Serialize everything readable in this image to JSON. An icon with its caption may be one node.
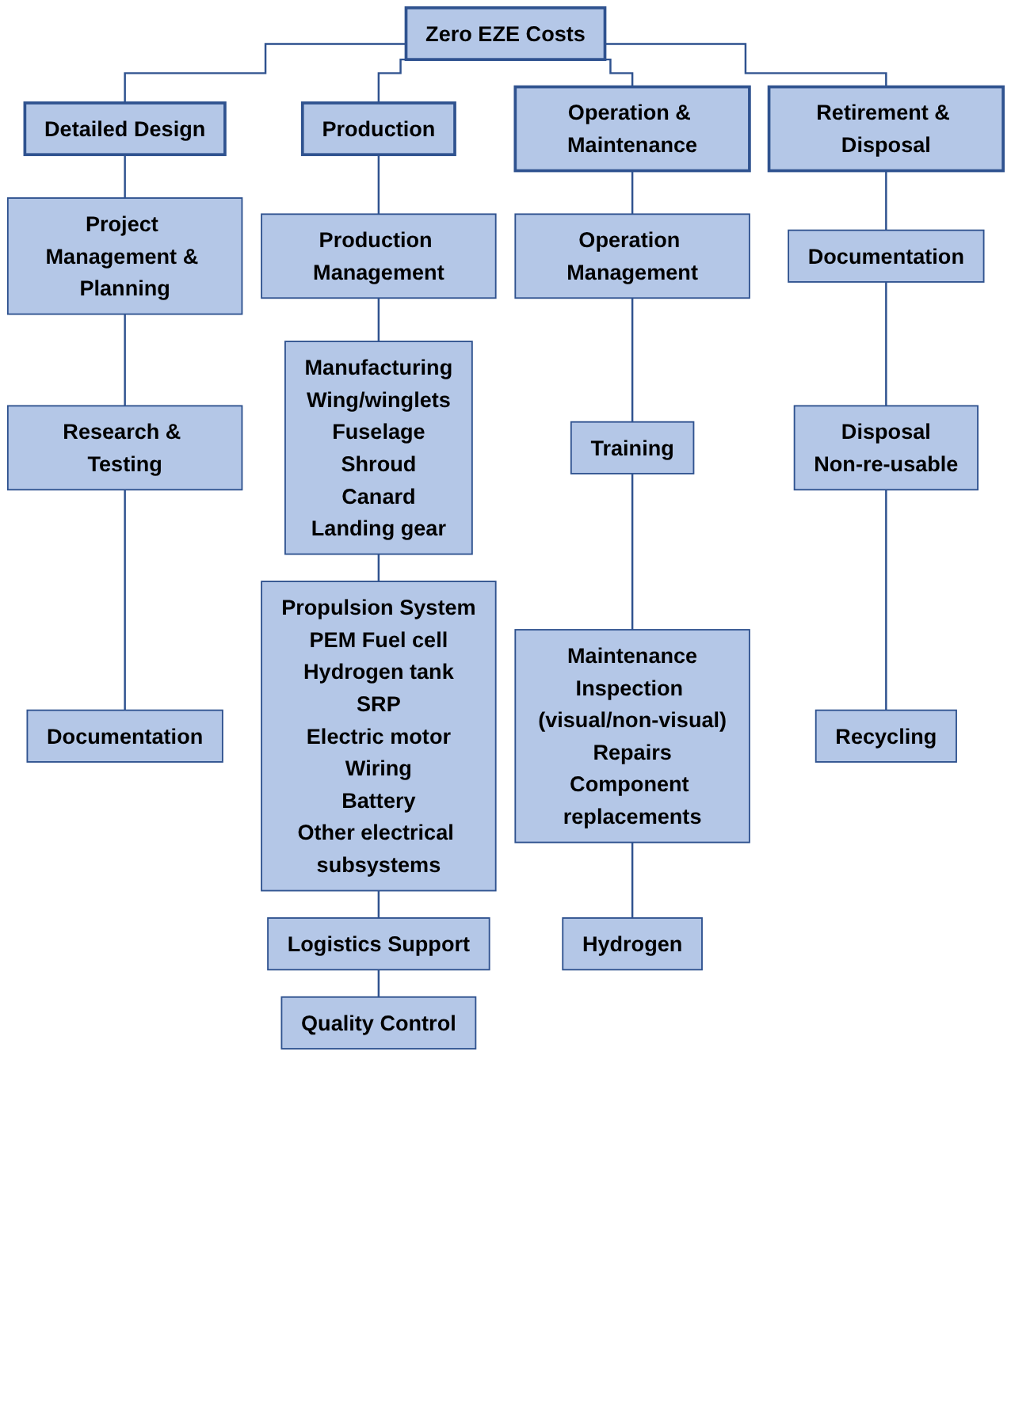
{
  "diagram": {
    "nodes": [
      {
        "text": [
          "Zero EZE Costs"
        ]
      },
      {
        "text": [
          "Detailed Design"
        ]
      },
      {
        "text": [
          "Project Management & Planning"
        ]
      },
      {
        "text": [
          "Research & Testing"
        ]
      },
      {
        "text": [
          "Documentation"
        ]
      },
      {
        "text": [
          "Production"
        ]
      },
      {
        "text": [
          "Production Management"
        ]
      },
      {
        "text": [
          "Manufacturing",
          "Wing/winglets",
          "Fuselage",
          "Shroud",
          "Canard",
          "Landing gear"
        ]
      },
      {
        "text": [
          "Propulsion System",
          "PEM Fuel cell",
          "Hydrogen tank",
          "SRP",
          "Electric motor",
          "Wiring",
          "Battery",
          "Other electrical subsystems"
        ]
      },
      {
        "text": [
          "Logistics Support"
        ]
      },
      {
        "text": [
          "Quality Control"
        ]
      },
      {
        "text": [
          "Operation & Maintenance"
        ]
      },
      {
        "text": [
          "Operation Management"
        ]
      },
      {
        "text": [
          "Training"
        ]
      },
      {
        "text": [
          "Maintenance",
          "Inspection (visual/non-visual)",
          "Repairs",
          "Component replacements"
        ]
      },
      {
        "text": [
          "Hydrogen"
        ]
      },
      {
        "text": [
          "Retirement & Disposal"
        ]
      },
      {
        "text": [
          "Documentation"
        ]
      },
      {
        "text": [
          "Disposal",
          "Non-re-usable"
        ]
      },
      {
        "text": [
          "Recycling"
        ]
      }
    ],
    "edges": [
      {
        "from": 0,
        "to": 1,
        "arrow": "none"
      },
      {
        "from": 0,
        "to": 5,
        "arrow": "none"
      },
      {
        "from": 0,
        "to": 11,
        "arrow": "none"
      },
      {
        "from": 0,
        "to": 16,
        "arrow": "none"
      },
      {
        "from": 1,
        "to": 2,
        "arrow": "none"
      },
      {
        "from": 2,
        "to": 3,
        "arrow": "none"
      },
      {
        "from": 3,
        "to": 4,
        "arrow": "none"
      },
      {
        "from": 5,
        "to": 6,
        "arrow": "none"
      },
      {
        "from": 6,
        "to": 7,
        "arrow": "none"
      },
      {
        "from": 7,
        "to": 8,
        "arrow": "none"
      },
      {
        "from": 8,
        "to": 9,
        "arrow": "none"
      },
      {
        "from": 9,
        "to": 10,
        "arrow": "none"
      },
      {
        "from": 11,
        "to": 12,
        "arrow": "none"
      },
      {
        "from": 12,
        "to": 13,
        "arrow": "none"
      },
      {
        "from": 13,
        "to": 14,
        "arrow": "none"
      },
      {
        "from": 14,
        "to": 15,
        "arrow": "none"
      },
      {
        "from": 16,
        "to": 17,
        "arrow": "none"
      },
      {
        "from": 17,
        "to": 18,
        "arrow": "none"
      },
      {
        "from": 18,
        "to": 19,
        "arrow": "none"
      }
    ]
  }
}
